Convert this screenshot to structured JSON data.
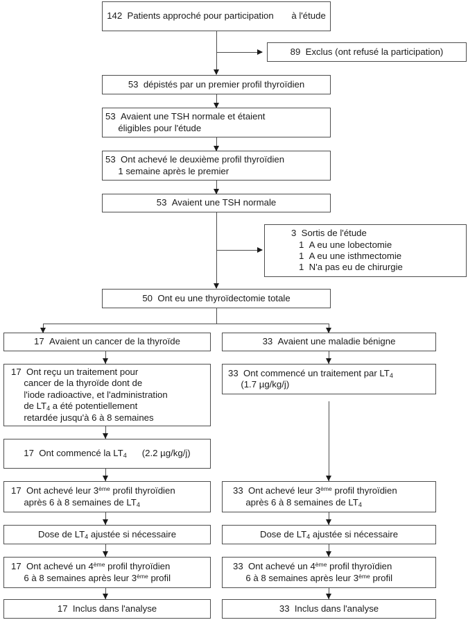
{
  "diagram": {
    "title": "Diagramme de flux de l'etude - profils thyroidiens",
    "language": "fr"
  },
  "nodes": {
    "n1": {
      "count": "142",
      "line1": "Patients approché pour participation",
      "line2": "à l'étude"
    },
    "n2": {
      "count": "89",
      "line1": "Exclus (ont refusé la participation)"
    },
    "n3": {
      "count": "53",
      "line1": "dépistés par un premier profil thyroïdien"
    },
    "n4": {
      "count": "53",
      "line1": "Avaient une TSH normale et étaient",
      "line2": "éligibles pour l'étude"
    },
    "n5": {
      "count": "53",
      "line1": "Ont achevé le deuxième profil thyroïdien",
      "line2": "1 semaine après le premier"
    },
    "n6": {
      "count": "53",
      "line1": "Avaient une TSH normale"
    },
    "n7": {
      "count": "3",
      "line1": "Sortis de l'étude",
      "sub1_count": "1",
      "sub1": "A eu une lobectomie",
      "sub2_count": "1",
      "sub2": "A eu une isthmectomie",
      "sub3_count": "1",
      "sub3": "N'a pas eu de chirurgie"
    },
    "n8": {
      "count": "50",
      "line1": "Ont eu une thyroïdectomie totale"
    },
    "left1": {
      "count": "17",
      "line1": "Avaient un cancer de la thyroïde"
    },
    "left2": {
      "count": "17",
      "line1": "Ont reçu un traitement pour",
      "line2": "cancer de la thyroïde dont de",
      "line3": "l'iode radioactive, et l'administration",
      "line4_a": "de LT",
      "line4_sub": "4",
      "line4_b": " a été potentiellement",
      "line5": "retardée jusqu'à 6 à 8 semaines"
    },
    "left3": {
      "count": "17",
      "line1_a": "Ont commencé la LT",
      "line1_sub": "4",
      "line2": "(2.2 µg/kg/j)"
    },
    "left4": {
      "count": "17",
      "line1_a": "Ont achevé leur 3",
      "line1_sup": "ème",
      "line1_b": " profil thyroïdien",
      "line2_a": "après 6 à 8 semaines de LT",
      "line2_sub": "4"
    },
    "left5": {
      "line1_a": "Dose de LT",
      "line1_sub": "4",
      "line1_b": " ajustée si nécessaire"
    },
    "left6": {
      "count": "17",
      "line1_a": "Ont achevé un 4",
      "line1_sup": "ème",
      "line1_b": " profil thyroïdien",
      "line2_a": "6 à 8 semaines après leur 3",
      "line2_sup": "ème",
      "line2_b": " profil"
    },
    "left7": {
      "count": "17",
      "line1": "Inclus dans l'analyse"
    },
    "right1": {
      "count": "33",
      "line1": "Avaient une maladie bénigne"
    },
    "right2": {
      "count": "33",
      "line1_a": "Ont commencé un traitement par LT",
      "line1_sub": "4",
      "line2": "(1.7 µg/kg/j)"
    },
    "right3": {
      "count": "33",
      "line1_a": "Ont achevé leur 3",
      "line1_sup": "ème",
      "line1_b": " profil thyroïdien",
      "line2_a": "après 6 à 8 semaines de LT",
      "line2_sub": "4"
    },
    "right4": {
      "line1_a": "Dose de LT",
      "line1_sub": "4",
      "line1_b": " ajustée si nécessaire"
    },
    "right5": {
      "count": "33",
      "line1_a": "Ont achevé un 4",
      "line1_sup": "ème",
      "line1_b": " profil thyroïdien",
      "line2_a": "6 à 8 semaines après leur 3",
      "line2_sup": "ème",
      "line2_b": " profil"
    },
    "right6": {
      "count": "33",
      "line1": "Inclus dans l'analyse"
    }
  },
  "colors": {
    "box_border": "#4d4d4d",
    "connector": "#4d4d4d",
    "arrow": "#1a1a1a",
    "text": "#1a1a1a",
    "background": "#ffffff"
  }
}
